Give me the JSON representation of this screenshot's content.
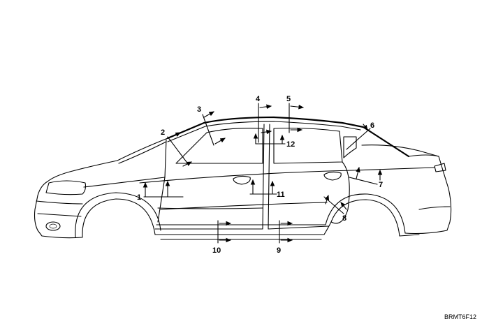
{
  "diagram_code": "BRMT6F12",
  "callouts": [
    {
      "id": "c1",
      "label": "1"
    },
    {
      "id": "c2",
      "label": "2"
    },
    {
      "id": "c3",
      "label": "3"
    },
    {
      "id": "c4",
      "label": "4"
    },
    {
      "id": "c5",
      "label": "5"
    },
    {
      "id": "c6",
      "label": "6"
    },
    {
      "id": "c7",
      "label": "7"
    },
    {
      "id": "c8",
      "label": "8"
    },
    {
      "id": "c9",
      "label": "9"
    },
    {
      "id": "c10",
      "label": "10"
    },
    {
      "id": "c11",
      "label": "11"
    },
    {
      "id": "c12",
      "label": "12"
    }
  ]
}
